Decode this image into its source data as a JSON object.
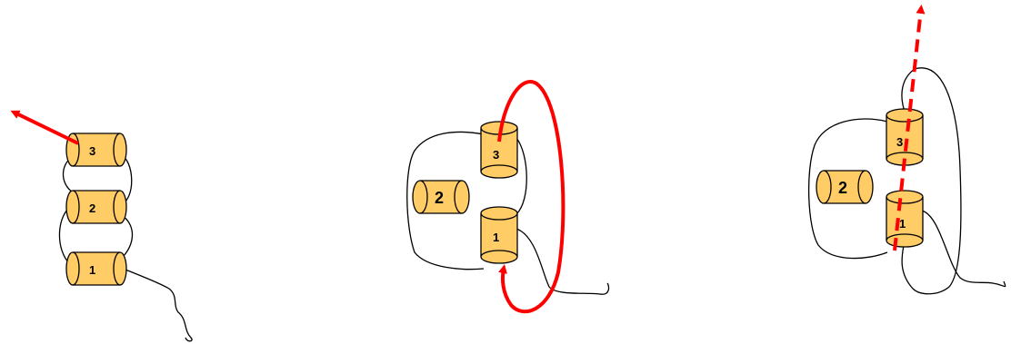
{
  "colors": {
    "bead_fill": "#FFCC66",
    "bead_stroke": "#000000",
    "string": "#000000",
    "arrow": "#FF0000"
  },
  "panels": [
    {
      "beads": [
        "3",
        "2",
        "1"
      ]
    },
    {
      "beads": [
        "3",
        "2",
        "1"
      ]
    },
    {
      "beads": [
        "3",
        "2",
        "1"
      ]
    }
  ]
}
